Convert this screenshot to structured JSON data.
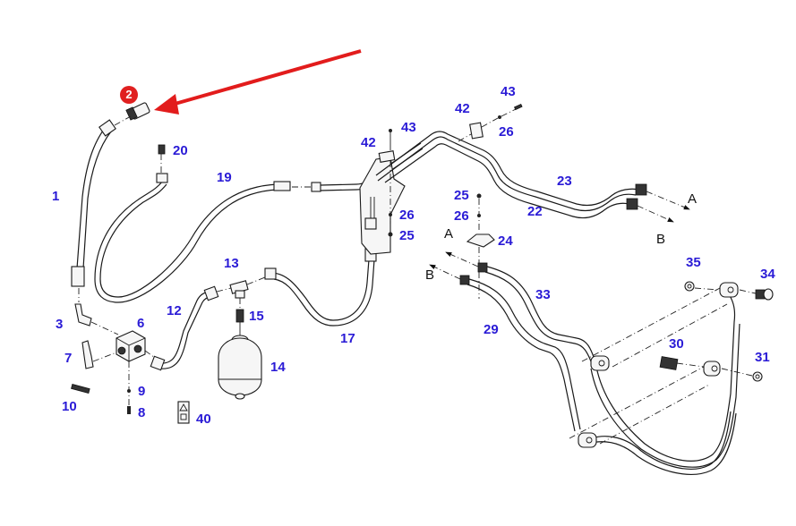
{
  "diagram": {
    "type": "exploded-parts-diagram",
    "subject": "hydraulic hose and pipe assembly with accumulator",
    "highlight": {
      "part_number": "2",
      "badge_color": "#e02020",
      "arrow_color": "#e21c1c"
    },
    "label_color": "#2a1bd6",
    "part_labels": [
      {
        "id": "1",
        "text": "1"
      },
      {
        "id": "3",
        "text": "3"
      },
      {
        "id": "6",
        "text": "6"
      },
      {
        "id": "7",
        "text": "7"
      },
      {
        "id": "8",
        "text": "8"
      },
      {
        "id": "9",
        "text": "9"
      },
      {
        "id": "10",
        "text": "10"
      },
      {
        "id": "12",
        "text": "12"
      },
      {
        "id": "13",
        "text": "13"
      },
      {
        "id": "14",
        "text": "14"
      },
      {
        "id": "15",
        "text": "15"
      },
      {
        "id": "17",
        "text": "17"
      },
      {
        "id": "19",
        "text": "19"
      },
      {
        "id": "20",
        "text": "20"
      },
      {
        "id": "22",
        "text": "22"
      },
      {
        "id": "23",
        "text": "23"
      },
      {
        "id": "24",
        "text": "24"
      },
      {
        "id": "25a",
        "text": "25"
      },
      {
        "id": "25b",
        "text": "25"
      },
      {
        "id": "26a",
        "text": "26"
      },
      {
        "id": "26b",
        "text": "26"
      },
      {
        "id": "26c",
        "text": "26"
      },
      {
        "id": "29",
        "text": "29"
      },
      {
        "id": "30",
        "text": "30"
      },
      {
        "id": "31",
        "text": "31"
      },
      {
        "id": "33",
        "text": "33"
      },
      {
        "id": "34",
        "text": "34"
      },
      {
        "id": "35",
        "text": "35"
      },
      {
        "id": "40",
        "text": "40"
      },
      {
        "id": "42a",
        "text": "42"
      },
      {
        "id": "42b",
        "text": "42"
      },
      {
        "id": "43a",
        "text": "43"
      },
      {
        "id": "43b",
        "text": "43"
      }
    ],
    "connection_labels": [
      {
        "id": "A-right",
        "text": "A"
      },
      {
        "id": "B-right",
        "text": "B"
      },
      {
        "id": "A-left",
        "text": "A"
      },
      {
        "id": "B-left",
        "text": "B"
      }
    ]
  }
}
